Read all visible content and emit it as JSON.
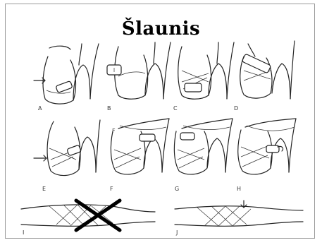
{
  "title": "Šlaunis",
  "panel_labels": [
    "A",
    "B",
    "C",
    "D",
    "E",
    "F",
    "G",
    "H",
    "I",
    "J"
  ]
}
